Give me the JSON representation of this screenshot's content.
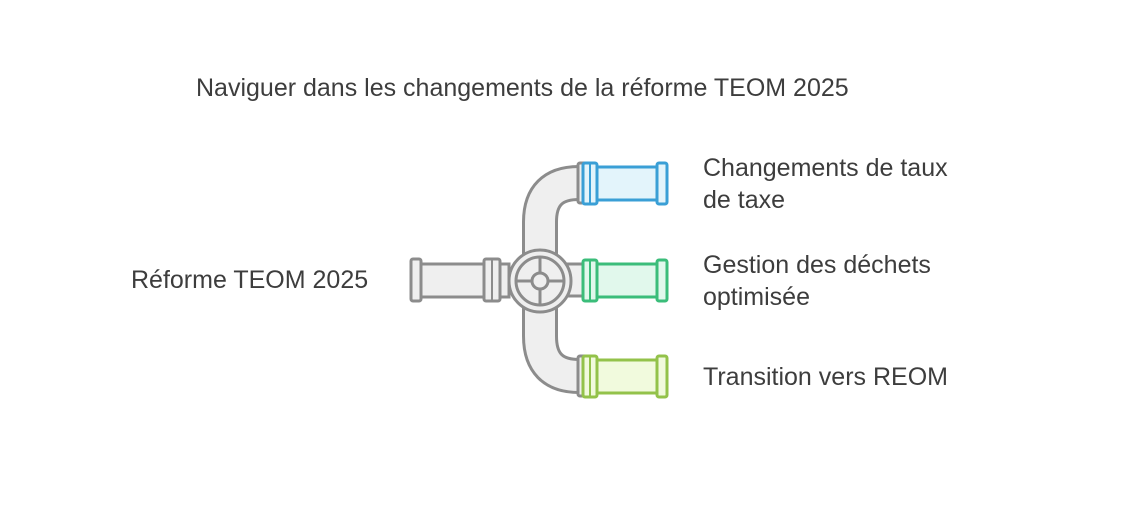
{
  "title": "Naviguer dans les changements de la réforme TEOM 2025",
  "source_label": "Réforme TEOM 2025",
  "branches": [
    {
      "lines": [
        "Changements de taux",
        "de taxe"
      ],
      "color": "#3a9fd6",
      "fill": "#e3f4fb"
    },
    {
      "lines": [
        "Gestion des déchets",
        "optimisée"
      ],
      "color": "#3bbd7a",
      "fill": "#e1f8ec"
    },
    {
      "lines": [
        "Transition vers REOM"
      ],
      "color": "#93c24a",
      "fill": "#f1fadd"
    }
  ]
}
